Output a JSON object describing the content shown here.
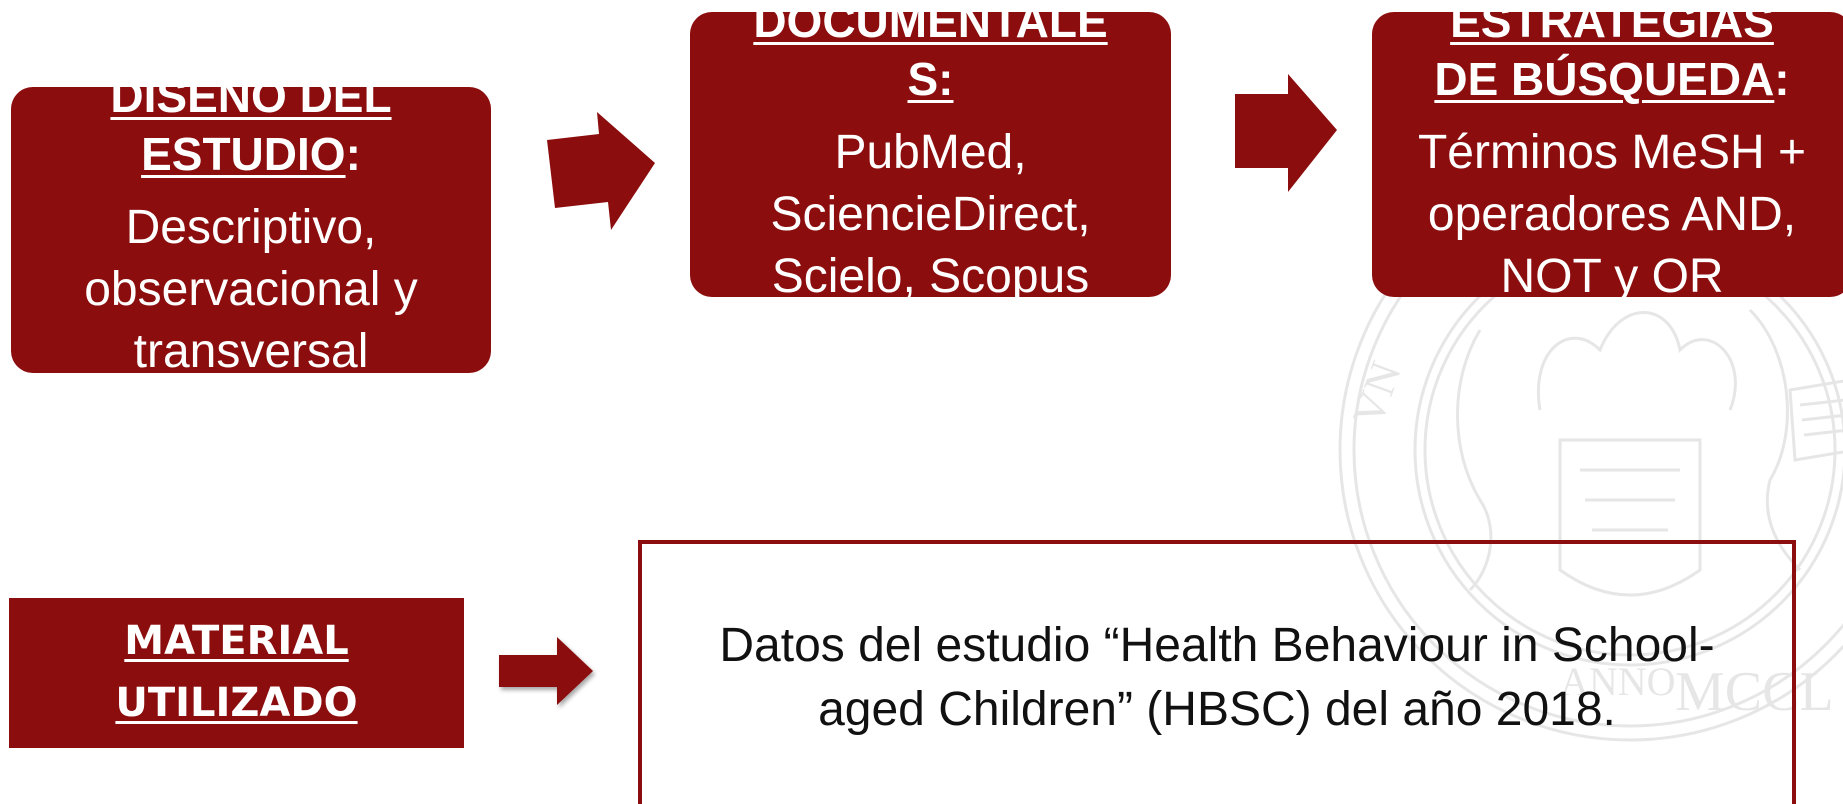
{
  "boxes": {
    "design": {
      "heading": "DISEÑO DEL ESTUDIO",
      "heading_suffix": ":",
      "lines": [
        "Descriptivo,",
        "observacional y",
        "transversal"
      ]
    },
    "databases": {
      "heading_lines": [
        "DOCUMENTALE",
        "S:"
      ],
      "lines": [
        "PubMed,",
        "SciencieDirect,",
        "Scielo, Scopus"
      ]
    },
    "search": {
      "heading_lines": [
        "ESTRATEGIAS",
        "DE BÚSQUEDA"
      ],
      "heading_suffix": ":",
      "lines": [
        "Términos MeSH +",
        "operadores AND,",
        "NOT y OR"
      ]
    },
    "material": {
      "lines": [
        "MATERIAL",
        "UTILIZADO"
      ]
    },
    "data_source": {
      "lines": [
        "Datos del estudio “Health Behaviour in School-",
        "aged Children” (HBSC) del año 2018."
      ]
    }
  },
  "colors": {
    "box_fill": "#8c0d0d",
    "text_on_box": "#ffffff",
    "arrow": "#8c0d0d",
    "seal": "#c9c9c9"
  },
  "icons": {
    "arrow": "right-arrow-icon",
    "seal": "university-seal-watermark",
    "seal_text": [
      "MCCL",
      "ANNO",
      "VN"
    ]
  }
}
